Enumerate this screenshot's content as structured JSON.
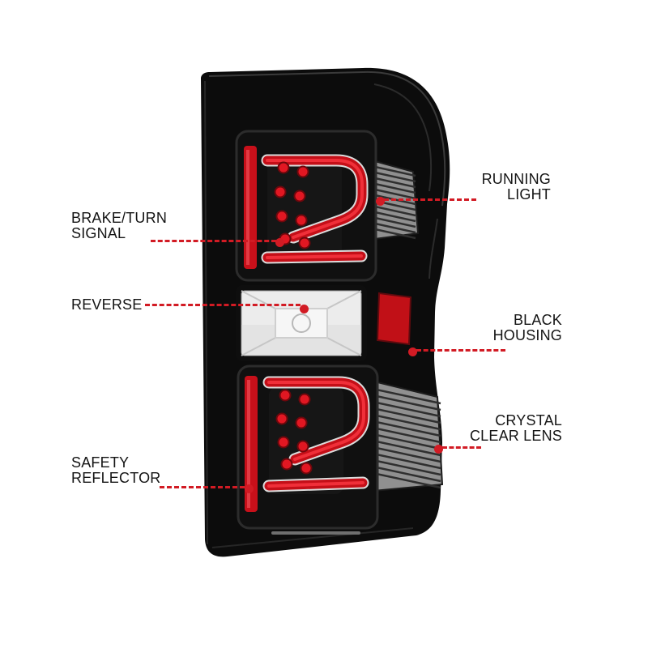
{
  "colors": {
    "accent_red": "#d21b24",
    "label_text": "#141414",
    "housing_black": "#0c0c0c",
    "led_red": "#e11722",
    "chrome_gray": "#909090",
    "lens_clear": "#ececec"
  },
  "callouts": {
    "brake_turn": {
      "line1": "BRAKE/TURN",
      "line2": "SIGNAL"
    },
    "reverse": {
      "line1": "REVERSE",
      "line2": ""
    },
    "safety_reflector": {
      "line1": "SAFETY",
      "line2": "REFLECTOR"
    },
    "running_light": {
      "line1": "RUNNING",
      "line2": "LIGHT"
    },
    "black_housing": {
      "line1": "BLACK",
      "line2": "HOUSING"
    },
    "crystal_clear_lens": {
      "line1": "CRYSTAL",
      "line2": "CLEAR LENS"
    }
  }
}
